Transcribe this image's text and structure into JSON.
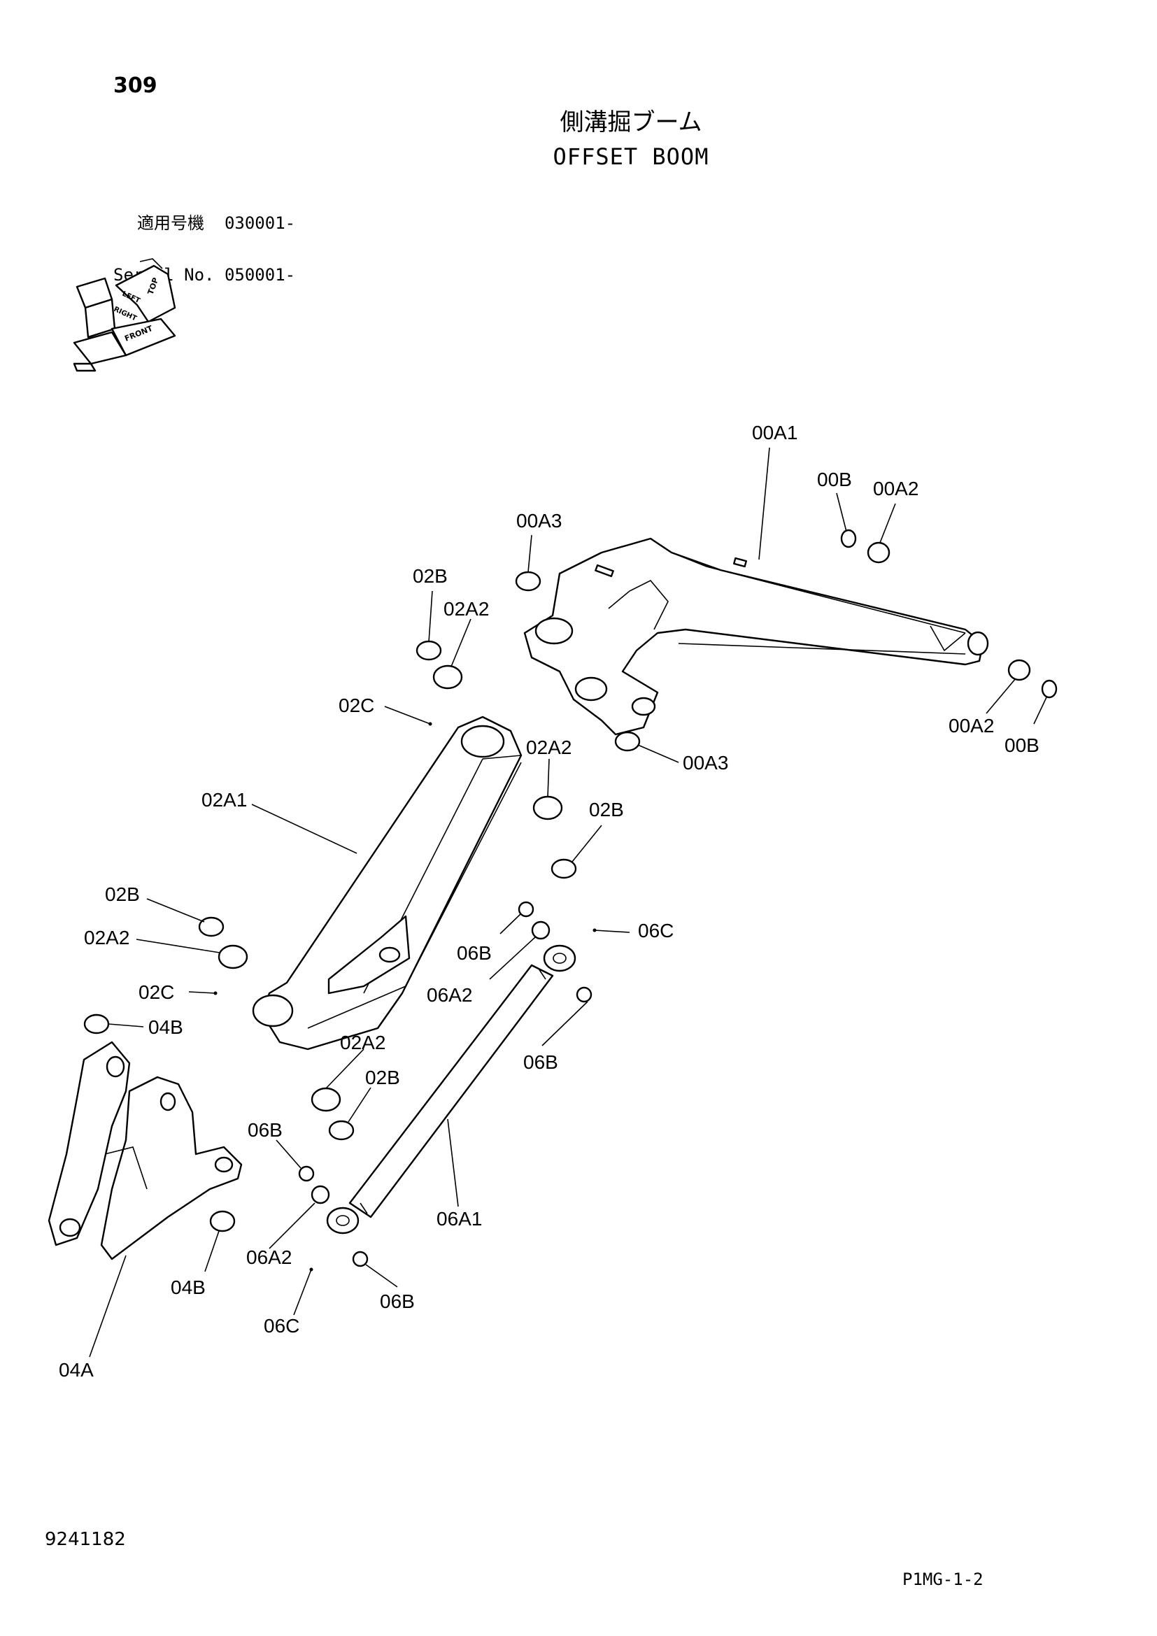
{
  "header": {
    "page_number": "309",
    "title_jp": "側溝掘ブーム",
    "title_en": "OFFSET BOOM",
    "applicable_label": "適用号機",
    "applicable_value": "030001-",
    "serial_label": "Serial No.",
    "serial_value": "050001-"
  },
  "orientation_icon": {
    "labels": [
      "TOP",
      "LEFT",
      "RIGHT",
      "FRONT"
    ]
  },
  "callouts": [
    {
      "id": "00A1",
      "label": "00A1"
    },
    {
      "id": "00B-top",
      "label": "00B"
    },
    {
      "id": "00A2-top",
      "label": "00A2"
    },
    {
      "id": "00A3-top",
      "label": "00A3"
    },
    {
      "id": "02B-1",
      "label": "02B"
    },
    {
      "id": "02A2-1",
      "label": "02A2"
    },
    {
      "id": "02C-1",
      "label": "02C"
    },
    {
      "id": "00A2-bottom",
      "label": "00A2"
    },
    {
      "id": "00B-bottom",
      "label": "00B"
    },
    {
      "id": "00A3-bottom",
      "label": "00A3"
    },
    {
      "id": "02A2-2",
      "label": "02A2"
    },
    {
      "id": "02A1",
      "label": "02A1"
    },
    {
      "id": "02B-2",
      "label": "02B"
    },
    {
      "id": "02B-3",
      "label": "02B"
    },
    {
      "id": "02A2-3",
      "label": "02A2"
    },
    {
      "id": "06B-1",
      "label": "06B"
    },
    {
      "id": "06C-1",
      "label": "06C"
    },
    {
      "id": "06A2-1",
      "label": "06A2"
    },
    {
      "id": "02C-2",
      "label": "02C"
    },
    {
      "id": "04B-1",
      "label": "04B"
    },
    {
      "id": "02A2-4",
      "label": "02A2"
    },
    {
      "id": "06B-2",
      "label": "06B"
    },
    {
      "id": "02B-4",
      "label": "02B"
    },
    {
      "id": "06B-3",
      "label": "06B"
    },
    {
      "id": "06A1",
      "label": "06A1"
    },
    {
      "id": "06A2-2",
      "label": "06A2"
    },
    {
      "id": "04B-2",
      "label": "04B"
    },
    {
      "id": "06B-4",
      "label": "06B"
    },
    {
      "id": "06C-2",
      "label": "06C"
    },
    {
      "id": "04A",
      "label": "04A"
    }
  ],
  "footer": {
    "doc_number": "9241182",
    "page_code": "P1MG-1-2"
  }
}
